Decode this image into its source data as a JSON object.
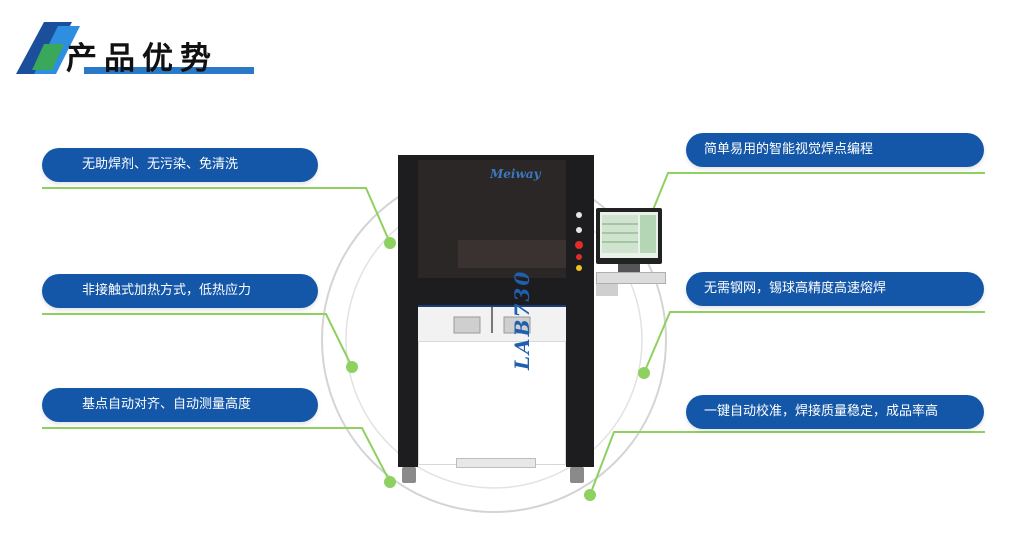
{
  "header": {
    "title": "产品优势"
  },
  "machine": {
    "brand": "Meiway",
    "model": "LAB730"
  },
  "features_left": [
    "无助焊剂、无污染、免清洗",
    "非接触式加热方式，低热应力",
    "基点自动对齐、自动测量高度"
  ],
  "features_right": [
    "简单易用的智能视觉焊点编程",
    "无需钢网，锡球高精度高速熔焊",
    "一键自动校准，焊接质量稳定，成品率高"
  ],
  "colors": {
    "pill_bg": "#1457a8",
    "pill_text": "#ffffff",
    "accent_green": "#8ed160",
    "title_bar": "#2a78c8"
  },
  "icons": {
    "title_mark": "slanted-blue-parallelogram",
    "connector_dot": "green-dot"
  }
}
